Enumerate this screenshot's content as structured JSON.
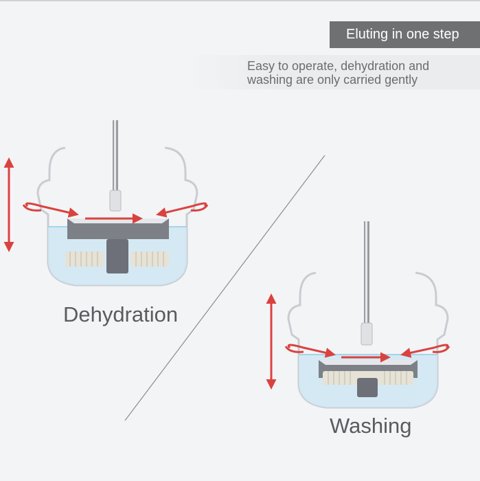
{
  "header": {
    "badge_text": "Eluting in one step",
    "subtitle_text": "Easy to operate, dehydration and washing are only carried gently"
  },
  "panels": [
    {
      "label": "Dehydration",
      "mode": "spin-dry"
    },
    {
      "label": "Washing",
      "mode": "spin-wash"
    }
  ],
  "colors": {
    "background": "#f3f4f6",
    "badge": "#6f7072",
    "arrow": "#d9433f",
    "water": "#cfe6f3",
    "bucket_outline": "#c9ccd1",
    "text": "#5a5b60"
  },
  "icons": [
    "vertical-double-arrow-icon",
    "rotation-arrow-icon",
    "mop-icon",
    "bucket-icon"
  ]
}
